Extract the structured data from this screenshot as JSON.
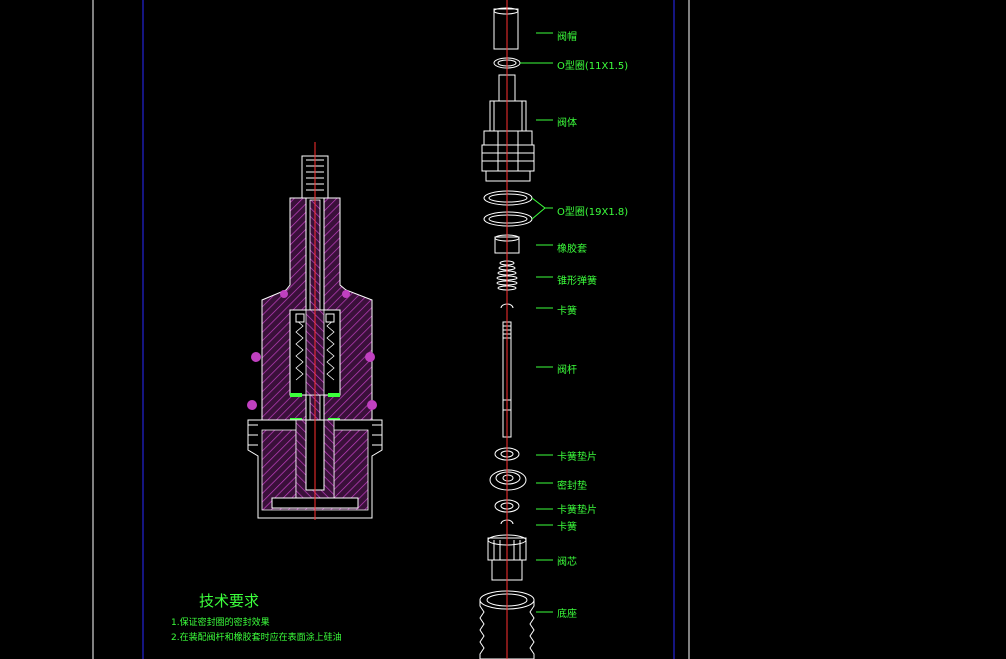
{
  "parts": [
    {
      "id": "valve-cap",
      "label": "阀帽"
    },
    {
      "id": "o-ring-small",
      "label": "O型圈(11X1.5)"
    },
    {
      "id": "valve-body",
      "label": "阀体"
    },
    {
      "id": "o-ring-large",
      "label": "O型圈(19X1.8)"
    },
    {
      "id": "rubber-sleeve",
      "label": "橡胶套"
    },
    {
      "id": "conical-spring",
      "label": "锥形弹簧"
    },
    {
      "id": "circlip-top",
      "label": "卡簧"
    },
    {
      "id": "valve-stem",
      "label": "阀杆"
    },
    {
      "id": "circlip-washer-top",
      "label": "卡簧垫片"
    },
    {
      "id": "seal-washer",
      "label": "密封垫"
    },
    {
      "id": "circlip-washer-bottom",
      "label": "卡簧垫片"
    },
    {
      "id": "circlip-bottom",
      "label": "卡簧"
    },
    {
      "id": "valve-core",
      "label": "阀芯"
    },
    {
      "id": "base",
      "label": "底座"
    }
  ],
  "notes": {
    "title": "技术要求",
    "lines": [
      "1.保证密封圈的密封效果",
      "2.在装配阀杆和橡胶套时应在表面涂上硅油"
    ]
  },
  "colors": {
    "background": "#000000",
    "label": "#3cff3c",
    "frame": "#2a2aff",
    "outline": "#ffffff",
    "section_hatch": "#c040c0",
    "centerline": "#ff3030"
  }
}
